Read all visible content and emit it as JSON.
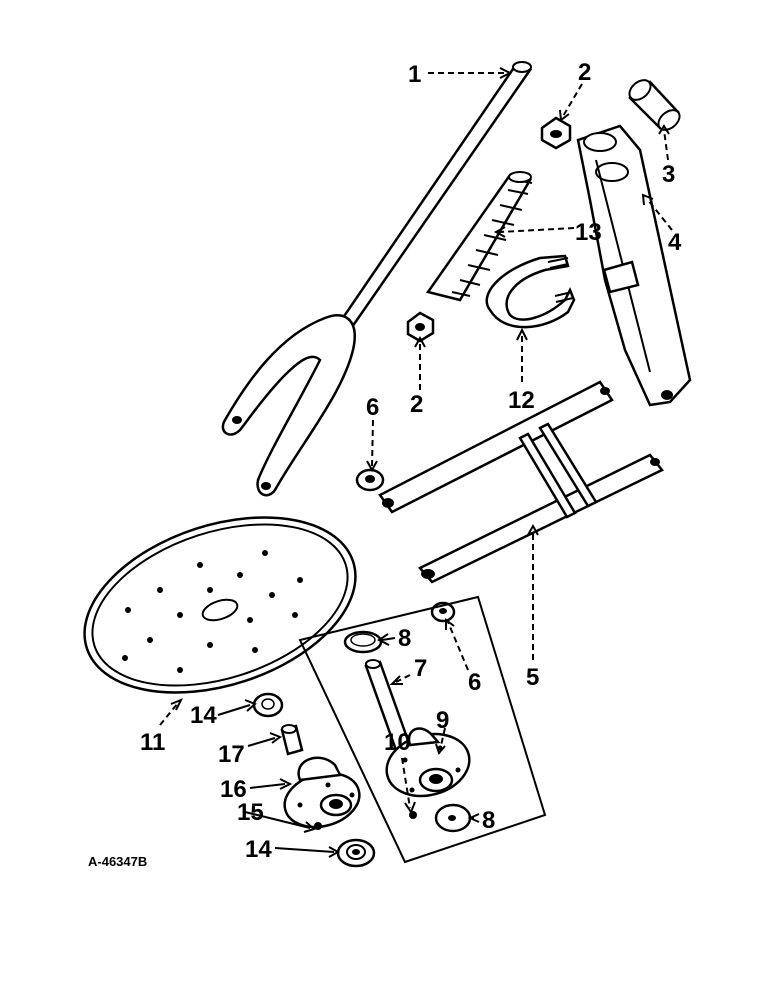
{
  "diagram": {
    "figure_code": "A-46347B",
    "callouts": {
      "c1": "1",
      "c2a": "2",
      "c2b": "2",
      "c3": "3",
      "c4": "4",
      "c5": "5",
      "c6a": "6",
      "c6b": "6",
      "c7": "7",
      "c8a": "8",
      "c8b": "8",
      "c9": "9",
      "c10": "10",
      "c11": "11",
      "c12": "12",
      "c13": "13",
      "c14a": "14",
      "c14b": "14",
      "c15": "15",
      "c16": "16",
      "c17": "17"
    },
    "colors": {
      "ink": "#000000",
      "paper": "#ffffff"
    }
  }
}
